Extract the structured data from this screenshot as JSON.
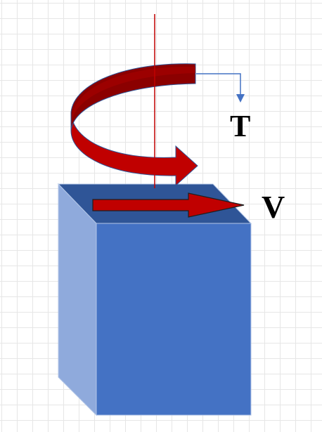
{
  "labels": {
    "torque": "T",
    "shear": "V"
  },
  "colors": {
    "grid": "#e6e6e6",
    "box_front": "#4472c4",
    "box_top": "#2f5597",
    "box_side": "#8faadc",
    "arrow_red": "#c00000",
    "arrow_dark_red": "#8b0000",
    "axis_line": "#c00000",
    "leader_line": "#4472c4"
  },
  "icons": {
    "torque_arrow": "curved-arrow",
    "shear_arrow": "straight-arrow"
  }
}
